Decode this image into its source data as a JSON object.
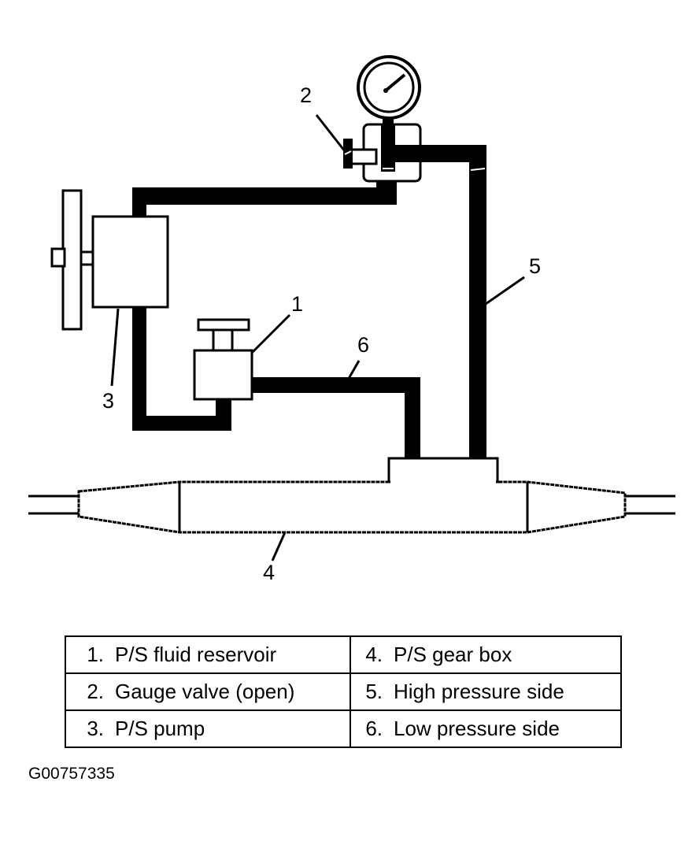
{
  "callouts": {
    "c1": "1",
    "c2": "2",
    "c3": "3",
    "c4": "4",
    "c5": "5",
    "c6": "6"
  },
  "legend": {
    "rows": [
      {
        "left": {
          "num": "1.",
          "text": "P/S fluid reservoir"
        },
        "right": {
          "num": "4.",
          "text": "P/S gear box"
        }
      },
      {
        "left": {
          "num": "2.",
          "text": "Gauge valve (open)"
        },
        "right": {
          "num": "5.",
          "text": "High pressure side"
        }
      },
      {
        "left": {
          "num": "3.",
          "text": "P/S pump"
        },
        "right": {
          "num": "6.",
          "text": "Low pressure side"
        }
      }
    ]
  },
  "figure_id": "G00757335",
  "colors": {
    "ink": "#000000",
    "paper": "#ffffff"
  }
}
